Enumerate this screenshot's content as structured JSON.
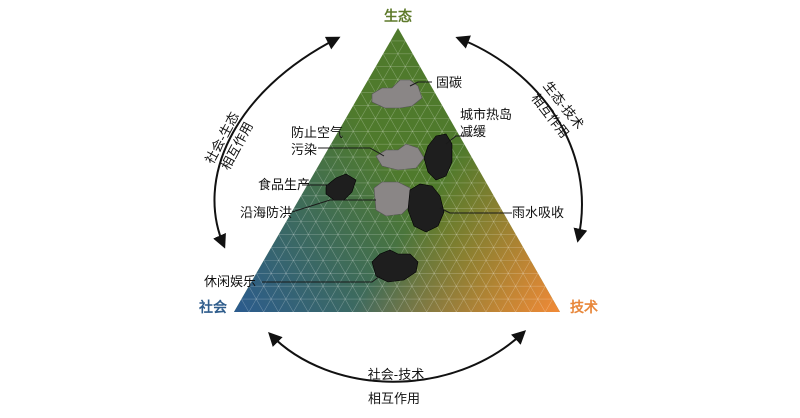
{
  "vertices": {
    "ecology": {
      "label": "生态",
      "color": "#5e7a2b"
    },
    "society": {
      "label": "社会",
      "color": "#2f5d8c"
    },
    "technology": {
      "label": "技术",
      "color": "#e8873a"
    }
  },
  "interactions": {
    "society_ecology": {
      "line1": "社会-生态",
      "line2": "相互作用"
    },
    "ecology_technology": {
      "line1": "生态-技术",
      "line2": "相互作用"
    },
    "society_technology": {
      "line1": "社会-技术",
      "line2": "相互作用"
    }
  },
  "services": {
    "carbon": "固碳",
    "heat_island_1": "城市热岛",
    "heat_island_2": "减缓",
    "air_1": "防止空气",
    "air_2": "污染",
    "food": "食品生产",
    "coastal": "沿海防洪",
    "rain": "雨水吸收",
    "leisure": "休闲娱乐"
  },
  "colors": {
    "ecology_green": "#4d7a2a",
    "society_blue": "#2b5e8e",
    "technology_orange": "#f0893a",
    "dark_hex": "#1e1e1e",
    "gray_hex": "#8a8686"
  }
}
